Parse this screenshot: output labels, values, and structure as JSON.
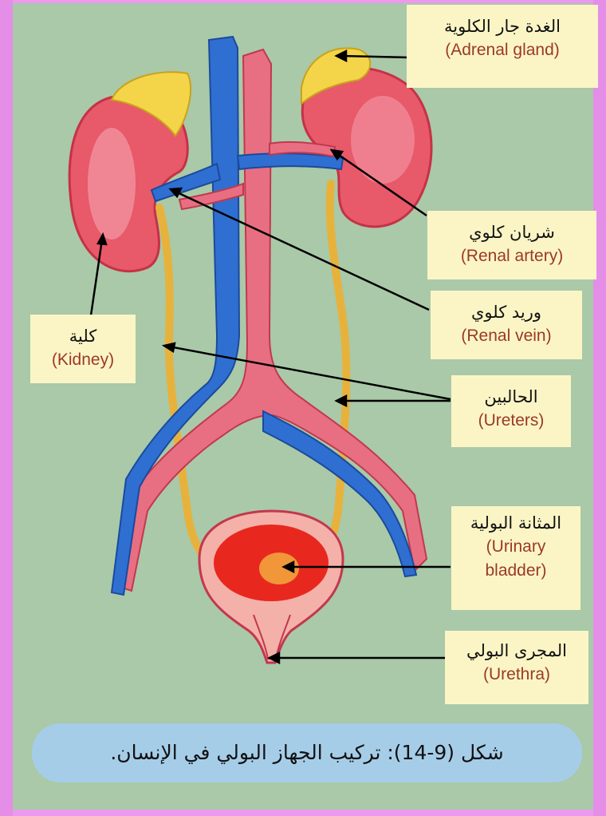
{
  "labels": {
    "adrenal_gland": {
      "ar": "الغدة جار الكلوية",
      "en": "(Adrenal gland)"
    },
    "renal_artery": {
      "ar": "شريان كلوي",
      "en": "(Renal artery)"
    },
    "renal_vein": {
      "ar": "وريد كلوي",
      "en": "(Renal vein)"
    },
    "kidney": {
      "ar": "كلية",
      "en": "(Kidney)"
    },
    "ureters": {
      "ar": "الحالبين",
      "en": "(Ureters)"
    },
    "urinary_bladder": {
      "ar": "المثانة البولية",
      "en_line1": "(Urinary",
      "en_line2": "bladder)"
    },
    "urethra": {
      "ar": "المجرى البولي",
      "en": "(Urethra)"
    }
  },
  "caption": "شكل (9-14): تركيب الجهاز البولي في الإنسان."
}
